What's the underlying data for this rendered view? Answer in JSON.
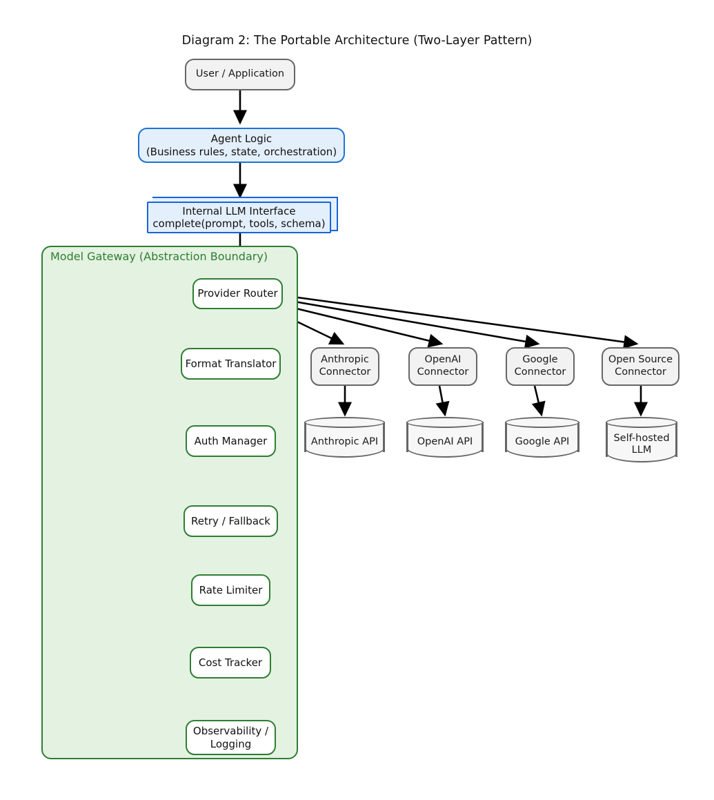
{
  "diagram": {
    "title": "Diagram 2: The Portable Architecture (Two-Layer Pattern)",
    "type": "flowchart",
    "colors": {
      "blue_border": "#1a73d4",
      "blue_fill": "#e4effc",
      "green_border": "#2e7d32",
      "green_fill": "#e4f2e1",
      "grey_border": "#666666",
      "grey_fill": "#f2f2f2",
      "arrow_solid": "#000000",
      "arrow_dashed": "#999999",
      "node_white": "#ffffff"
    }
  },
  "nodes": {
    "user": {
      "label": "User / Application",
      "style": "grey-rounded"
    },
    "agent_logic": {
      "label": "Agent Logic\n(Business rules, state, orchestration)",
      "style": "blue-rounded"
    },
    "internal_interface": {
      "label": "Internal LLM Interface\ncomplete(prompt, tools, schema)",
      "style": "blue-3d-box"
    },
    "provider_router": {
      "label": "Provider Router",
      "style": "green-rounded"
    }
  },
  "gateway": {
    "label": "Model Gateway (Abstraction Boundary)",
    "pipeline": [
      {
        "label": "Format Translator"
      },
      {
        "label": "Auth Manager"
      },
      {
        "label": "Retry / Fallback"
      },
      {
        "label": "Rate Limiter"
      },
      {
        "label": "Cost Tracker"
      },
      {
        "label": "Observability /\nLogging"
      }
    ]
  },
  "providers": [
    {
      "connector": "Anthropic\nConnector",
      "api": "Anthropic API"
    },
    {
      "connector": "OpenAI\nConnector",
      "api": "OpenAI API"
    },
    {
      "connector": "Google\nConnector",
      "api": "Google API"
    },
    {
      "connector": "Open Source\nConnector",
      "api": "Self-hosted\nLLM"
    }
  ],
  "edges": [
    {
      "from": "user",
      "to": "agent_logic",
      "style": "solid"
    },
    {
      "from": "agent_logic",
      "to": "internal_interface",
      "style": "solid"
    },
    {
      "from": "internal_interface",
      "to": "provider_router",
      "style": "solid"
    },
    {
      "from": "provider_router",
      "to": "format_translator",
      "style": "dashed"
    },
    {
      "from": "format_translator",
      "to": "auth_manager",
      "style": "dashed"
    },
    {
      "from": "auth_manager",
      "to": "retry_fallback",
      "style": "dashed"
    },
    {
      "from": "retry_fallback",
      "to": "rate_limiter",
      "style": "dashed"
    },
    {
      "from": "rate_limiter",
      "to": "cost_tracker",
      "style": "dashed"
    },
    {
      "from": "cost_tracker",
      "to": "observability_logging",
      "style": "dashed"
    },
    {
      "from": "provider_router",
      "to": "anthropic_connector",
      "style": "solid"
    },
    {
      "from": "provider_router",
      "to": "openai_connector",
      "style": "solid"
    },
    {
      "from": "provider_router",
      "to": "google_connector",
      "style": "solid"
    },
    {
      "from": "provider_router",
      "to": "open_source_connector",
      "style": "solid"
    },
    {
      "from": "anthropic_connector",
      "to": "anthropic_api",
      "style": "solid"
    },
    {
      "from": "openai_connector",
      "to": "openai_api",
      "style": "solid"
    },
    {
      "from": "google_connector",
      "to": "google_api",
      "style": "solid"
    },
    {
      "from": "open_source_connector",
      "to": "self_hosted_llm",
      "style": "solid"
    }
  ]
}
